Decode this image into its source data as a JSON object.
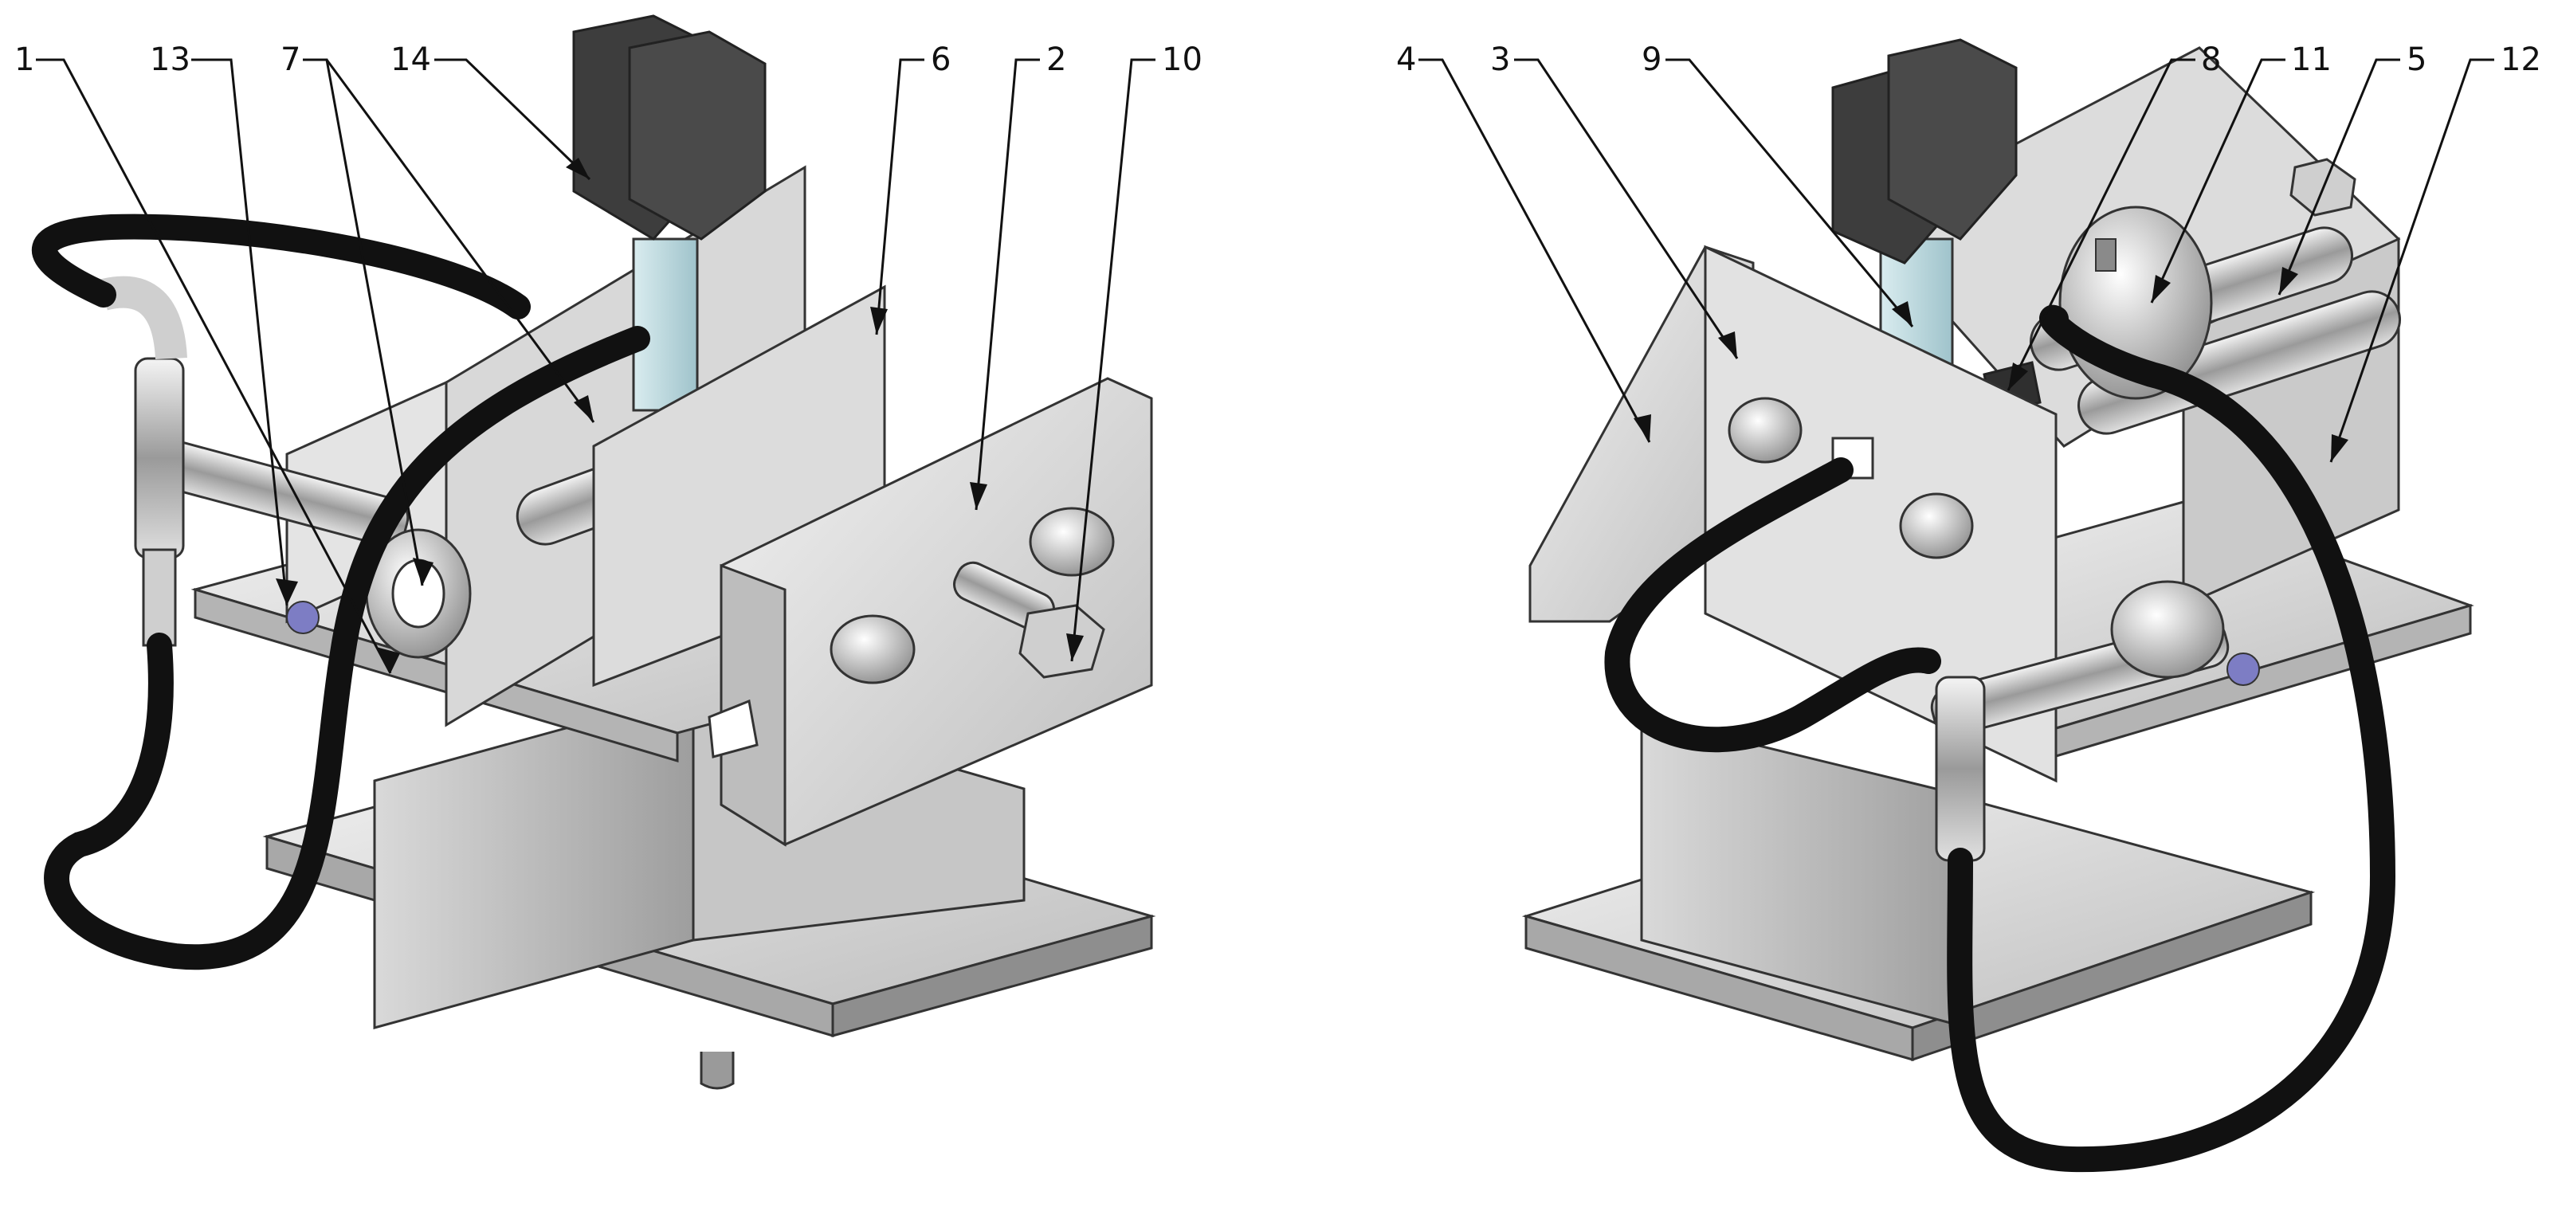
{
  "callouts": {
    "left": [
      {
        "id": "1",
        "label": "1"
      },
      {
        "id": "13",
        "label": "13"
      },
      {
        "id": "7",
        "label": "7"
      },
      {
        "id": "14",
        "label": "14"
      },
      {
        "id": "6",
        "label": "6"
      },
      {
        "id": "2",
        "label": "2"
      },
      {
        "id": "10",
        "label": "10"
      }
    ],
    "right": [
      {
        "id": "4",
        "label": "4"
      },
      {
        "id": "3",
        "label": "3"
      },
      {
        "id": "9",
        "label": "9"
      },
      {
        "id": "8",
        "label": "8"
      },
      {
        "id": "11",
        "label": "11"
      },
      {
        "id": "5",
        "label": "5"
      },
      {
        "id": "12",
        "label": "12"
      }
    ]
  },
  "colors": {
    "metal_light": "#e6e6e6",
    "metal_mid": "#cfcfcf",
    "metal_dark": "#a9a9a9",
    "hose": "#111111",
    "tip_block": "#3c3c3c",
    "glass": "#bcd6dc",
    "outline": "#333333"
  }
}
